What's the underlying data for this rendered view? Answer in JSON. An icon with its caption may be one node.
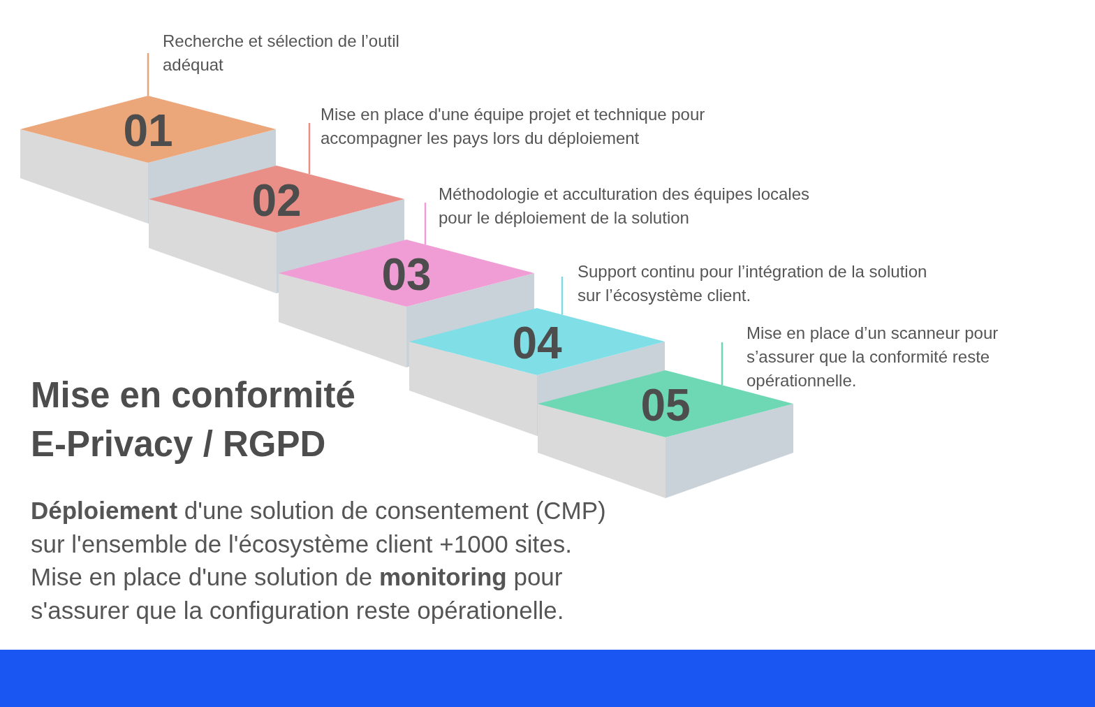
{
  "diagram": {
    "title": "Mise en conformité E-Privacy / RGPD",
    "nodes": [
      {
        "text": [
          "Recherche et sélection de l’outil adéquat"
        ]
      },
      {
        "text": [
          "01"
        ]
      },
      {
        "text": [
          "Mise en place d'une équipe projet et technique pour accompagner les pays lors du déploiement"
        ]
      },
      {
        "text": [
          "02"
        ]
      },
      {
        "text": [
          "Méthodologie et acculturation des équipes locales pour le déploiement de la solution"
        ]
      },
      {
        "text": [
          "03"
        ]
      },
      {
        "text": [
          "Support continu pour l’intégration de la solution sur l’écosystème client."
        ]
      },
      {
        "text": [
          "04"
        ]
      },
      {
        "text": [
          "Mise en place d’un scanneur pour s’assurer que la conformité reste opérationnelle."
        ]
      },
      {
        "text": [
          "05"
        ]
      }
    ],
    "edges": [
      {
        "from": 0,
        "to": 1,
        "arrow": "none",
        "color": "#eba47a"
      },
      {
        "from": 2,
        "to": 3,
        "arrow": "none",
        "color": "#e98d87"
      },
      {
        "from": 4,
        "to": 5,
        "arrow": "none",
        "color": "#f09dd6"
      },
      {
        "from": 6,
        "to": 7,
        "arrow": "none",
        "color": "#7fdae3"
      },
      {
        "from": 8,
        "to": 9,
        "arrow": "none",
        "color": "#6fd6b4"
      }
    ],
    "labels": [
      "**Déploiement** d'une solution de consentement (CMP) sur l'ensemble de l'écosystème client +1000 sites.",
      "Mise en place d'une solution de **monitoring** pour s'assurer que la configuration reste opérationelle."
    ]
  }
}
